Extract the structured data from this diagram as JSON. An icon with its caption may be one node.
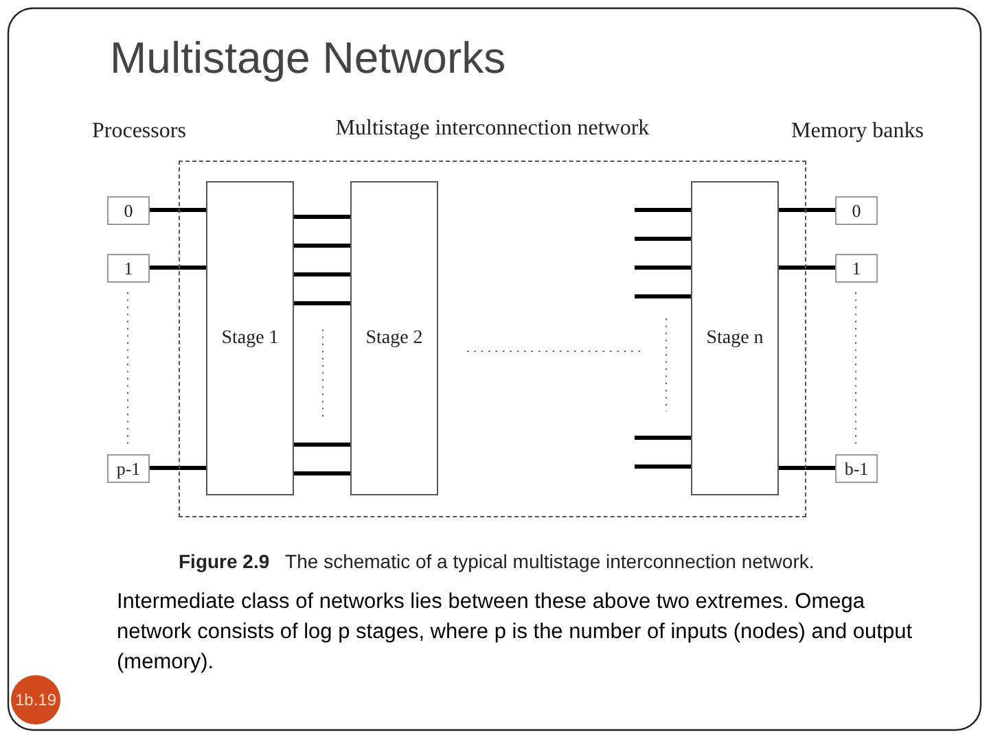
{
  "diagram": {
    "title": "Multistage Networks",
    "caption": "**Figure 2.9**   The schematic of a typical multistage interconnection network.",
    "nodes": [
      {
        "text": [
          "Multistage interconnection network"
        ]
      },
      {
        "text": [
          "Stage 1"
        ],
        "in": 0
      },
      {
        "text": [
          "Stage 2"
        ],
        "in": 0
      },
      {
        "text": [
          "Stage n"
        ],
        "in": 0
      },
      {
        "text": [
          "0"
        ]
      },
      {
        "text": [
          "1"
        ]
      },
      {
        "text": [
          "p-1"
        ]
      },
      {
        "text": [
          "0"
        ]
      },
      {
        "text": [
          "1"
        ]
      },
      {
        "text": [
          "b-1"
        ]
      }
    ],
    "edges": [
      {
        "from": 4,
        "to": 1,
        "arrow": "none"
      },
      {
        "from": 5,
        "to": 1,
        "arrow": "none"
      },
      {
        "from": 6,
        "to": 1,
        "arrow": "none"
      },
      {
        "from": 1,
        "to": 2,
        "arrow": "none"
      },
      {
        "from": 1,
        "to": 2,
        "arrow": "none"
      },
      {
        "from": 1,
        "to": 2,
        "arrow": "none"
      },
      {
        "from": 1,
        "to": 2,
        "arrow": "none"
      },
      {
        "from": 1,
        "to": 2,
        "arrow": "none"
      },
      {
        "from": 1,
        "to": 2,
        "arrow": "none"
      },
      {
        "from": null,
        "to": 3,
        "arrow": "none"
      },
      {
        "from": null,
        "to": 3,
        "arrow": "none"
      },
      {
        "from": null,
        "to": 3,
        "arrow": "none"
      },
      {
        "from": null,
        "to": 3,
        "arrow": "none"
      },
      {
        "from": null,
        "to": 3,
        "arrow": "none"
      },
      {
        "from": null,
        "to": 3,
        "arrow": "none"
      },
      {
        "from": 3,
        "to": 7,
        "arrow": "none"
      },
      {
        "from": 3,
        "to": 8,
        "arrow": "none"
      },
      {
        "from": 3,
        "to": 9,
        "arrow": "none"
      }
    ],
    "labels": [
      "Processors",
      "Memory banks",
      "Intermediate class of networks lies between these above two extremes. Omega network consists of log p stages, where p is the number of inputs (nodes)  and output (memory).",
      "1b.19"
    ]
  }
}
